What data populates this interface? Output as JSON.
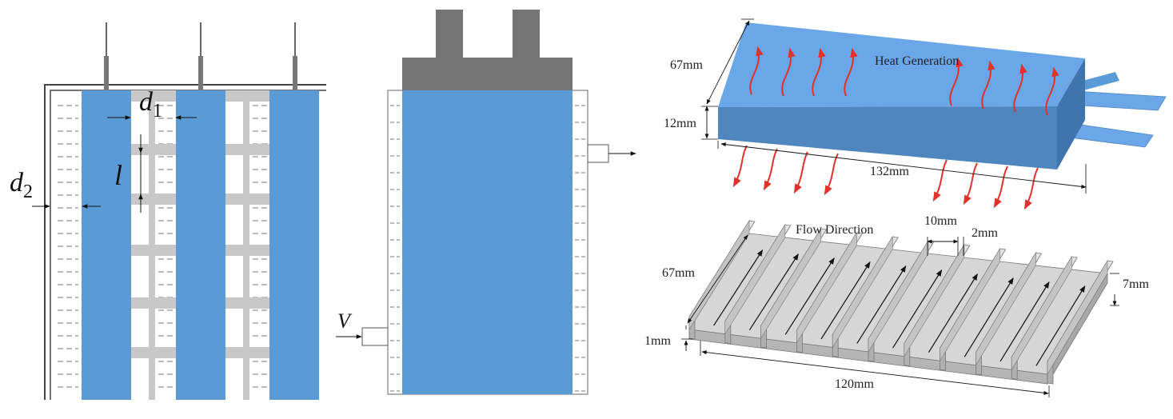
{
  "colors": {
    "battery_blue": "#5b9bd5",
    "battery_top": "#6aa6e8",
    "battery_side": "#4f86c0",
    "connector_gray": "#c8c8c8",
    "terminal_dark": "#757575",
    "channel_top": "#d6d6d6",
    "channel_side": "#b5b5b5",
    "arrow_red": "#e0322a"
  },
  "left_view": {
    "d1_label": "d",
    "d1_sub": "1",
    "d2_label": "d",
    "d2_sub": "2",
    "l_label": "l"
  },
  "middle_view": {
    "v_label": "V"
  },
  "battery_view": {
    "heat_label": "Heat Generation",
    "width_label": "67mm",
    "height_label": "12mm",
    "length_label": "132mm"
  },
  "plate_view": {
    "flow_label": "Flow Direction",
    "channel_width_label": "10mm",
    "rib_width_label": "2mm",
    "width_label": "67mm",
    "rib_height_label": "7mm",
    "base_label": "1mm",
    "length_label": "120mm"
  }
}
